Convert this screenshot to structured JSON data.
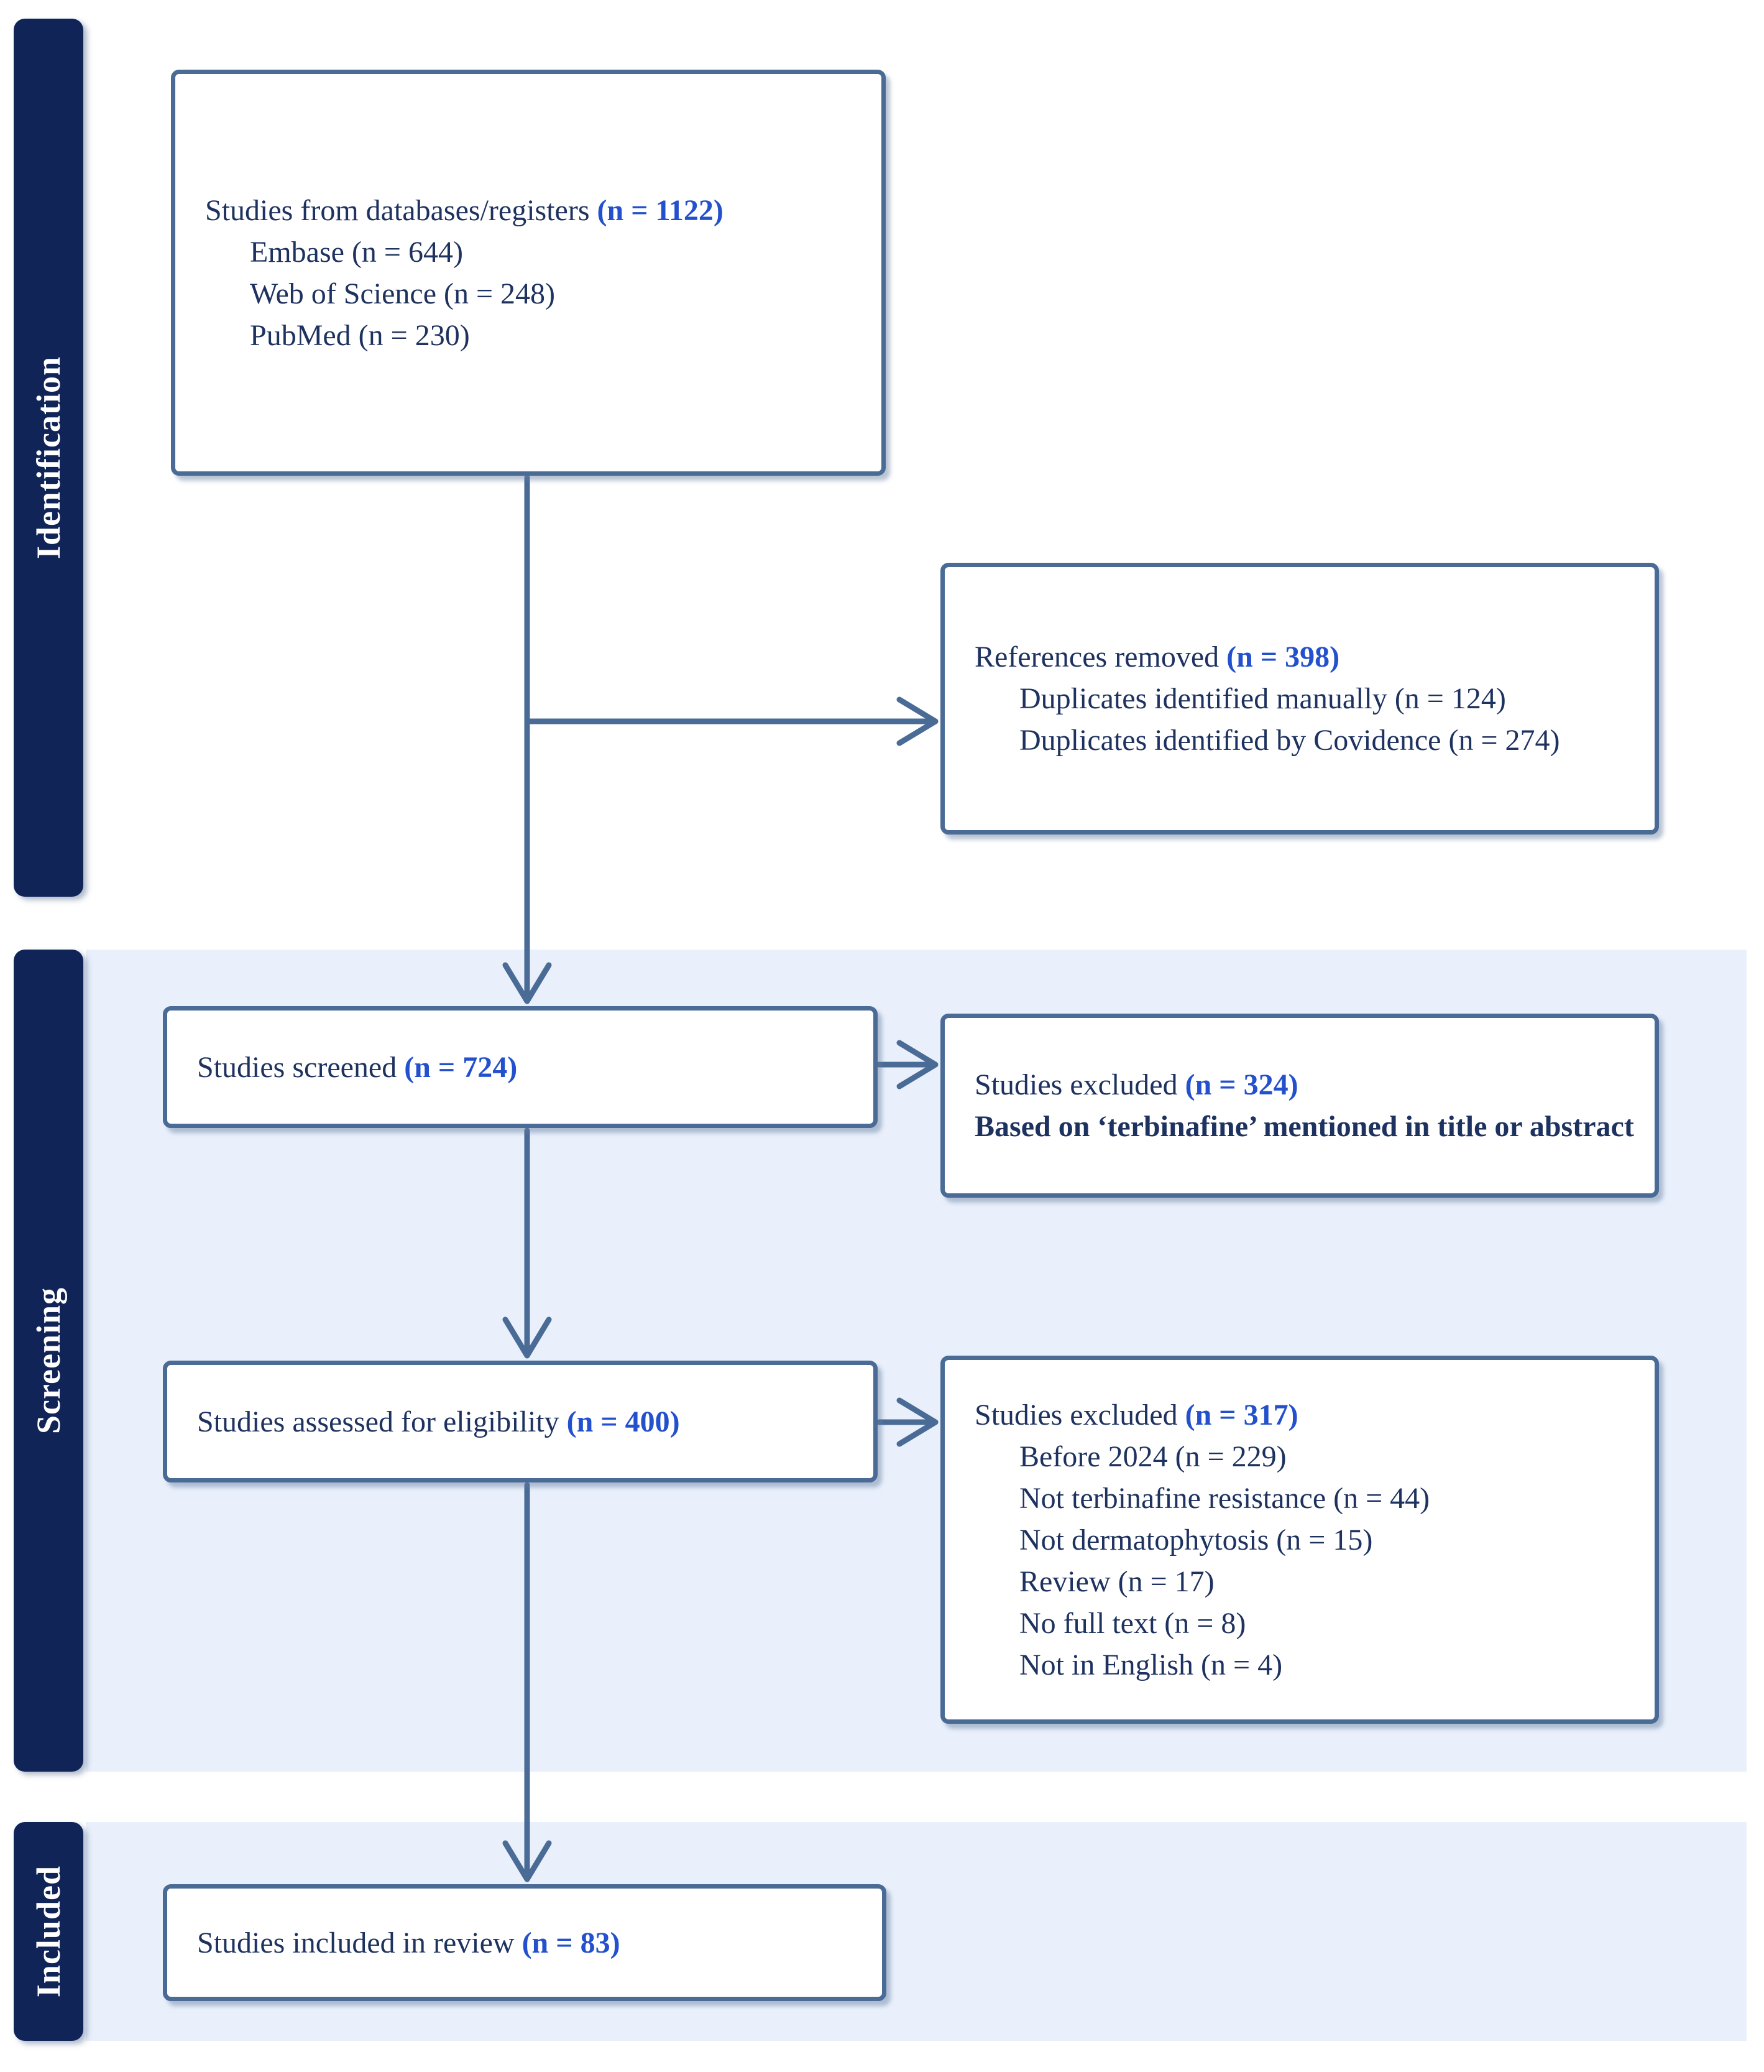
{
  "rails": [
    {
      "label": "Identification"
    },
    {
      "label": "Screening"
    },
    {
      "label": "Included"
    }
  ],
  "boxes": {
    "databases": {
      "title": "Studies from databases/registers ",
      "value": "(n = 1122)",
      "items": [
        "Embase (n = 644)",
        "Web of Science (n = 248)",
        "PubMed (n = 230)"
      ]
    },
    "references_removed": {
      "title": "References removed ",
      "value": "(n = 398)",
      "items": [
        "Duplicates identified manually (n = 124)",
        "Duplicates identified by Covidence (n = 274)"
      ]
    },
    "screened": {
      "title": "Studies screened ",
      "value": "(n = 724)"
    },
    "excluded_screening": {
      "title": "Studies excluded ",
      "value": "(n = 324)",
      "note": "Based on ‘terbinafine’ mentioned in title or abstract"
    },
    "assessed": {
      "title": "Studies assessed for eligibility ",
      "value": "(n = 400)"
    },
    "excluded_eligibility": {
      "title": "Studies excluded ",
      "value": "(n = 317)",
      "items": [
        "Before 2024 (n = 229)",
        "Not terbinafine resistance (n = 44)",
        "Not dermatophytosis (n = 15)",
        "Review (n = 17)",
        "No full text (n = 8)",
        "Not in English (n = 4)"
      ]
    },
    "included": {
      "title": "Studies included in review ",
      "value": "(n = 83)"
    }
  },
  "colors": {
    "rail_navy": "#102458",
    "band_blue": "#e9f0fb",
    "line_steel": "#4a6b96",
    "text_navy": "#1e3260",
    "value_blue": "#2350cc"
  }
}
